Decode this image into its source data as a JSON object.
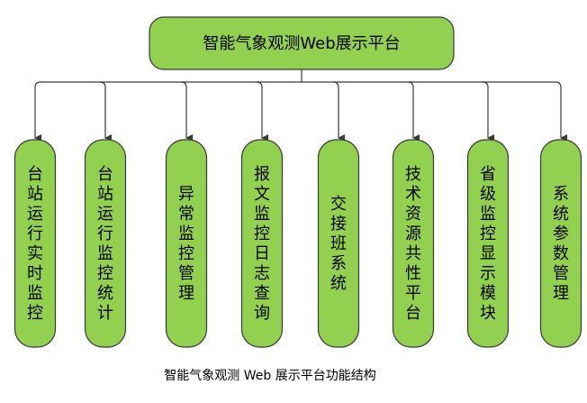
{
  "root": {
    "label": "智能气象观测Web展示平台"
  },
  "modules": [
    {
      "label": "台站运行实时监控"
    },
    {
      "label": "台站运行监控统计"
    },
    {
      "label": "异常监控管理"
    },
    {
      "label": "报文监控日志查询"
    },
    {
      "label": "交接班系统"
    },
    {
      "label": "技术资源共性平台"
    },
    {
      "label": "省级监控显示模块"
    },
    {
      "label": "系统参数管理"
    }
  ],
  "caption": "智能气象观测 Web 展示平台功能结构",
  "colors": {
    "box_fill": "#92d050",
    "outline": "#3a3a3a"
  }
}
